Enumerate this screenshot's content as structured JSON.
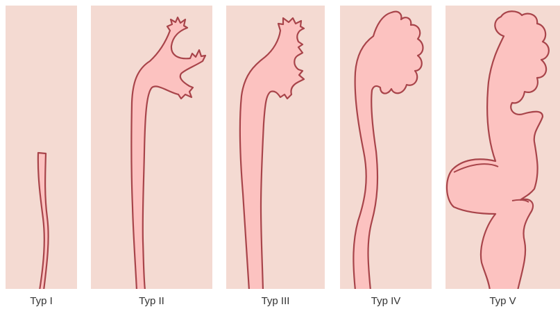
{
  "panels": [
    {
      "label": "Typ I"
    },
    {
      "label": "Typ II"
    },
    {
      "label": "Typ III"
    },
    {
      "label": "Typ IV"
    },
    {
      "label": "Typ V"
    }
  ],
  "colors": {
    "background": "#f4dad2",
    "fill": "#fcc2c0",
    "outline": "#a8444a"
  }
}
